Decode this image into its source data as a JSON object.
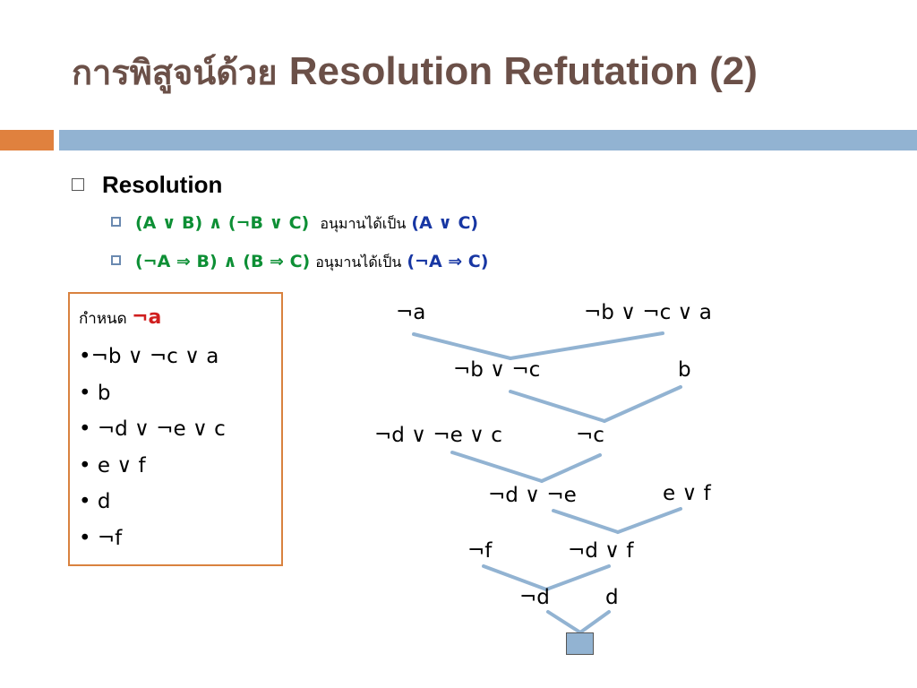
{
  "title": {
    "thai": "การพิสูจน์ด้วย ",
    "english": "Resolution Refutation (2)"
  },
  "content": {
    "heading": "Resolution",
    "rules": [
      {
        "premise": "(A ∨  B) ∧ (¬B ∨ C)",
        "connector": "อนุมานได้เป็น",
        "conclusion": "(A ∨ C)"
      },
      {
        "premise": "(¬A ⇒ B) ∧ (B ⇒ C)",
        "connector": "อนุมานได้เป็น",
        "conclusion": "(¬A ⇒ C)"
      }
    ]
  },
  "given": {
    "label": "กำหนด ",
    "negated_goal": "¬a",
    "clauses": [
      "•¬b ∨ ¬c ∨ a",
      "•  b",
      "•  ¬d ∨ ¬e ∨ c",
      "•  e ∨ f",
      "•  d",
      "•  ¬f"
    ]
  },
  "tree": {
    "n1": "¬a",
    "n2": "¬b ∨ ¬c ∨ a",
    "n3": "¬b ∨ ¬c",
    "n4": "b",
    "n5": "¬d ∨ ¬e ∨ c",
    "n6": "¬c",
    "n7": "¬d ∨ ¬e",
    "n8": "e ∨ f",
    "n9": "¬f",
    "n10": "¬d ∨ f",
    "n11": "¬d",
    "n12": "d"
  },
  "colors": {
    "title": "#6b5048",
    "accent_orange": "#e0813e",
    "accent_blue": "#92b3d2",
    "green": "#0d8f35",
    "blue": "#1736a3",
    "negated_goal": "#d01f1f"
  }
}
